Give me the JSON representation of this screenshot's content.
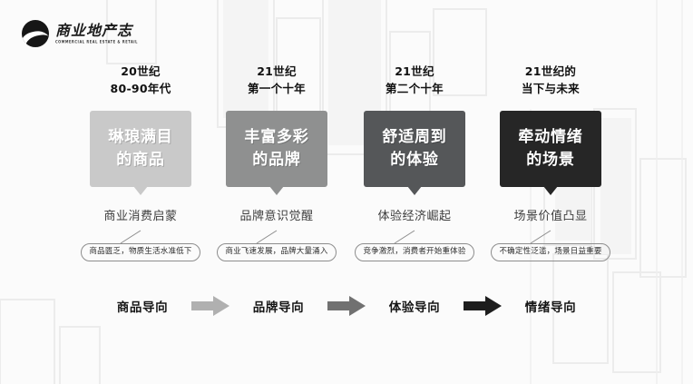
{
  "brand": {
    "name_cn": "商业地产志",
    "name_en": "COMMERCIAL REAL ESTATE & RETAIL",
    "logo_icon": "circle-swoosh-logo-icon"
  },
  "colors": {
    "background": "#fbfbfb",
    "box_1": "#c9c9c9",
    "box_2": "#8f9090",
    "box_3": "#555759",
    "box_4": "#262626",
    "arrow_1": "#b0b0b0",
    "arrow_2": "#717171",
    "arrow_3": "#1d1d1d",
    "pill_border": "#8d8d8d",
    "caption_text": "#3d3d3d",
    "heading_text": "#111111"
  },
  "columns": [
    {
      "era_line1": "20世纪",
      "era_line2": "80-90年代",
      "box_line1": "琳琅满目",
      "box_line2": "的商品",
      "box_color": "#c9c9c9",
      "caption": "商业消费启蒙",
      "pill": "商品匮乏，物质生活水准低下"
    },
    {
      "era_line1": "21世纪",
      "era_line2": "第一个十年",
      "box_line1": "丰富多彩",
      "box_line2": "的品牌",
      "box_color": "#8f9090",
      "caption": "品牌意识觉醒",
      "pill": "商业飞速发展，品牌大量涌入"
    },
    {
      "era_line1": "21世纪",
      "era_line2": "第二个十年",
      "box_line1": "舒适周到",
      "box_line2": "的体验",
      "box_color": "#555759",
      "caption": "体验经济崛起",
      "pill": "竞争激烈，消费者开始重体验"
    },
    {
      "era_line1": "21世纪的",
      "era_line2": "当下与未来",
      "box_line1": "牵动情绪",
      "box_line2": "的场景",
      "box_color": "#262626",
      "caption": "场景价值凸显",
      "pill": "不确定性泛滥，场景日益重要"
    }
  ],
  "flow": {
    "labels": [
      "商品导向",
      "品牌导向",
      "体验导向",
      "情绪导向"
    ],
    "arrow_icon": "right-arrow-icon",
    "arrow_colors": [
      "#b0b0b0",
      "#717171",
      "#1d1d1d"
    ]
  }
}
